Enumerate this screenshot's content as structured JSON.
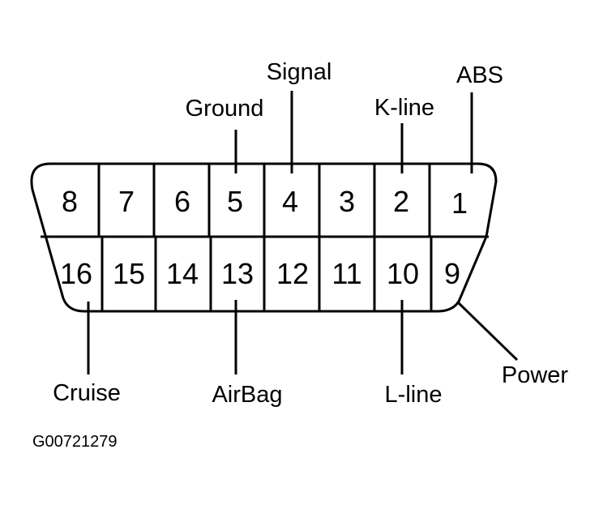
{
  "diagram": {
    "top_row_pins": [
      "8",
      "7",
      "6",
      "5",
      "4",
      "3",
      "2",
      "1"
    ],
    "bottom_row_pins": [
      "16",
      "15",
      "14",
      "13",
      "12",
      "11",
      "10",
      "9"
    ],
    "labels": {
      "signal": "Signal",
      "abs": "ABS",
      "ground": "Ground",
      "k_line": "K-line",
      "cruise": "Cruise",
      "airbag": "AirBag",
      "l_line": "L-line",
      "power": "Power"
    },
    "figure_id": "G00721279"
  },
  "colors": {
    "line": "#000000",
    "background": "#ffffff"
  }
}
